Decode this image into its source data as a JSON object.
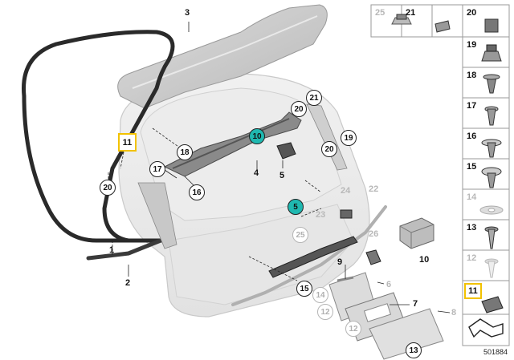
{
  "diagram": {
    "callouts": {
      "c1": "1",
      "c2": "2",
      "c3": "3",
      "c4": "4",
      "c5": "5",
      "c5b": "5",
      "c6": "6",
      "c7": "7",
      "c8": "8",
      "c9": "9",
      "c10": "10",
      "c10b": "10",
      "c11": "11",
      "c12a": "12",
      "c12b": "12",
      "c13": "13",
      "c14": "14",
      "c15": "15",
      "c16": "16",
      "c17": "17",
      "c18": "18",
      "c19": "19",
      "c20a": "20",
      "c20b": "20",
      "c20c": "20",
      "c21": "21",
      "c22": "22",
      "c23": "23",
      "c24": "24",
      "c25": "25",
      "c26": "26"
    },
    "panel": {
      "p25": "25",
      "p21": "21",
      "p20": "20",
      "p19": "19",
      "p18": "18",
      "p17": "17",
      "p16": "16",
      "p15": "15",
      "p14": "14",
      "p13": "13",
      "p12": "12",
      "p11": "11"
    },
    "doc_number": "501884",
    "colors": {
      "highlight": "#f2c200",
      "teal": "#1fb8b0",
      "ghost": "#b5b5b5"
    }
  }
}
